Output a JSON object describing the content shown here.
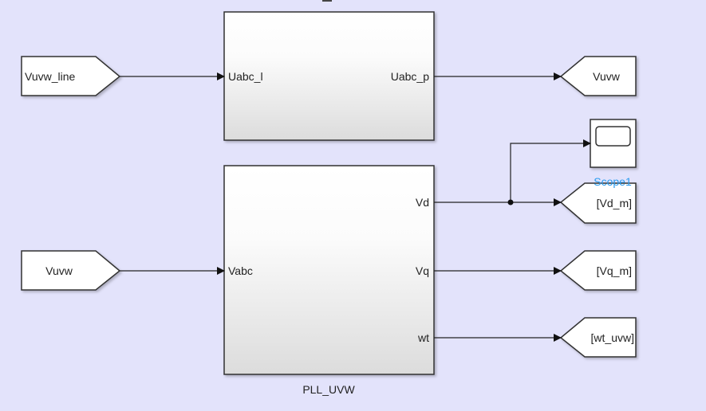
{
  "model": {
    "background_color": "#e3e3fb",
    "subsystems": [
      {
        "name": "",
        "inputs": [
          "Uabc_l"
        ],
        "outputs": [
          "Uabc_p"
        ]
      },
      {
        "name": "PLL_UVW",
        "inputs": [
          "Vabc"
        ],
        "outputs": [
          "Vd",
          "Vq",
          "wt"
        ]
      }
    ],
    "from_blocks": [
      {
        "tag": "Vuvw_line"
      },
      {
        "tag": "Vuvw"
      }
    ],
    "goto_blocks": [
      {
        "tag": "Vuvw"
      },
      {
        "tag": "[Vd_m]"
      },
      {
        "tag": "[Vq_m]"
      },
      {
        "tag": "[wt_uvw]"
      }
    ],
    "scope": {
      "name": "Scope1",
      "name_color": "#2a9cf0"
    }
  }
}
